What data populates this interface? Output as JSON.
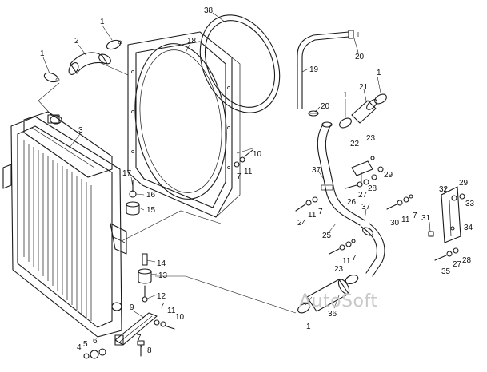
{
  "diagram": {
    "watermark": "AutoSoft",
    "colors": {
      "line": "#1a1a1a",
      "watermark": "#c8c8c8",
      "background": "#ffffff"
    },
    "callouts": {
      "c1a": "1",
      "c1b": "1",
      "c1c": "1",
      "c1d": "1",
      "c1e": "1",
      "c2": "2",
      "c3": "3",
      "c4": "4",
      "c5": "5",
      "c6": "6",
      "c7a": "7",
      "c7b": "7",
      "c7c": "7",
      "c7d": "7",
      "c8": "8",
      "c9": "9",
      "c10a": "10",
      "c10b": "10",
      "c11a": "11",
      "c11b": "11",
      "c11c": "11",
      "c11d": "11",
      "c11e": "11",
      "c12": "12",
      "c13": "13",
      "c14": "14",
      "c15": "15",
      "c16": "16",
      "c17": "17",
      "c18": "18",
      "c19": "19",
      "c20a": "20",
      "c20b": "20",
      "c21": "21",
      "c22": "22",
      "c23a": "23",
      "c23b": "23",
      "c24": "24",
      "c25": "25",
      "c26": "26",
      "c27a": "27",
      "c27b": "27",
      "c28a": "28",
      "c28b": "28",
      "c29a": "29",
      "c29b": "29",
      "c30": "30",
      "c31": "31",
      "c32": "32",
      "c33": "33",
      "c34": "34",
      "c35": "35",
      "c36": "36",
      "c37a": "37",
      "c37b": "37",
      "c38": "38"
    }
  }
}
